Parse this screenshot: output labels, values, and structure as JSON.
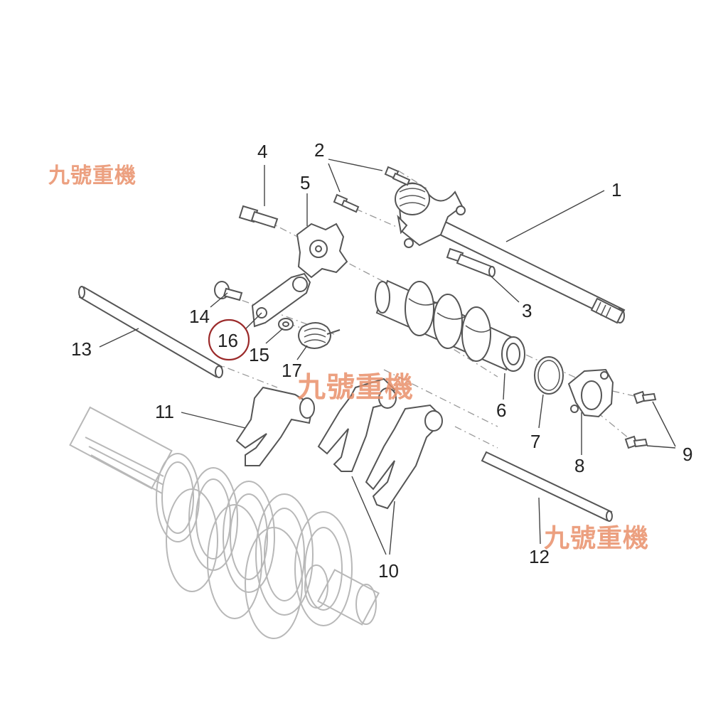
{
  "watermark": {
    "text": "九號重機",
    "color": "#e9906a"
  },
  "callouts": [
    {
      "id": "1",
      "label": "1"
    },
    {
      "id": "2",
      "label": "2"
    },
    {
      "id": "3",
      "label": "3"
    },
    {
      "id": "4",
      "label": "4"
    },
    {
      "id": "5",
      "label": "5"
    },
    {
      "id": "6",
      "label": "6"
    },
    {
      "id": "7",
      "label": "7"
    },
    {
      "id": "8",
      "label": "8"
    },
    {
      "id": "9",
      "label": "9"
    },
    {
      "id": "10",
      "label": "10"
    },
    {
      "id": "11",
      "label": "11"
    },
    {
      "id": "12",
      "label": "12"
    },
    {
      "id": "13",
      "label": "13"
    },
    {
      "id": "14",
      "label": "14"
    },
    {
      "id": "15",
      "label": "15"
    },
    {
      "id": "16",
      "label": "16"
    },
    {
      "id": "17",
      "label": "17"
    }
  ],
  "highlight": {
    "callout": "16",
    "color": "#9b2a2a"
  }
}
